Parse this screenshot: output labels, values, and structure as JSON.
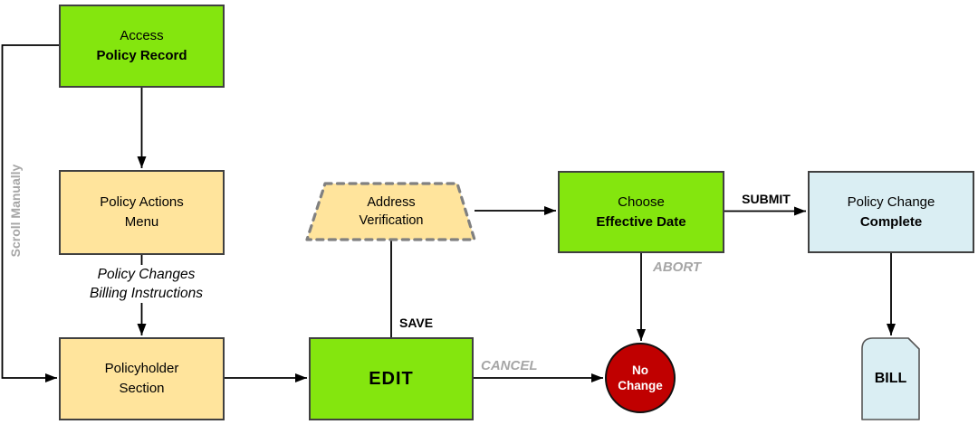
{
  "nodes": {
    "access": {
      "line1": "Access",
      "line2": "Policy Record"
    },
    "actions_menu": {
      "line1": "Policy Actions",
      "line2": "Menu"
    },
    "policyholder": {
      "line1": "Policyholder",
      "line2": "Section"
    },
    "edit": {
      "label": "EDIT"
    },
    "address_verification": {
      "line1": "Address",
      "line2": "Verification"
    },
    "effective_date": {
      "line1": "Choose",
      "line2": "Effective Date"
    },
    "complete": {
      "line1": "Policy Change",
      "line2": "Complete"
    },
    "no_change": {
      "line1": "No",
      "line2": "Change"
    },
    "bill": {
      "label": "BILL"
    }
  },
  "labels": {
    "scroll_manually": "Scroll Manually",
    "menu_option1": "Policy Changes",
    "menu_option2": "Billing Instructions",
    "save": "SAVE",
    "cancel": "CANCEL",
    "submit": "SUBMIT",
    "abort": "ABORT"
  },
  "colors": {
    "process_green": "#84E60E",
    "step_tan": "#FFE49C",
    "result_blue": "#DAEEF3",
    "terminator_red": "#C00000",
    "muted_label_gray": "#A6A6A6",
    "dashed_border_gray": "#808080",
    "node_border_gray": "#404040",
    "connector_black": "#000000"
  }
}
